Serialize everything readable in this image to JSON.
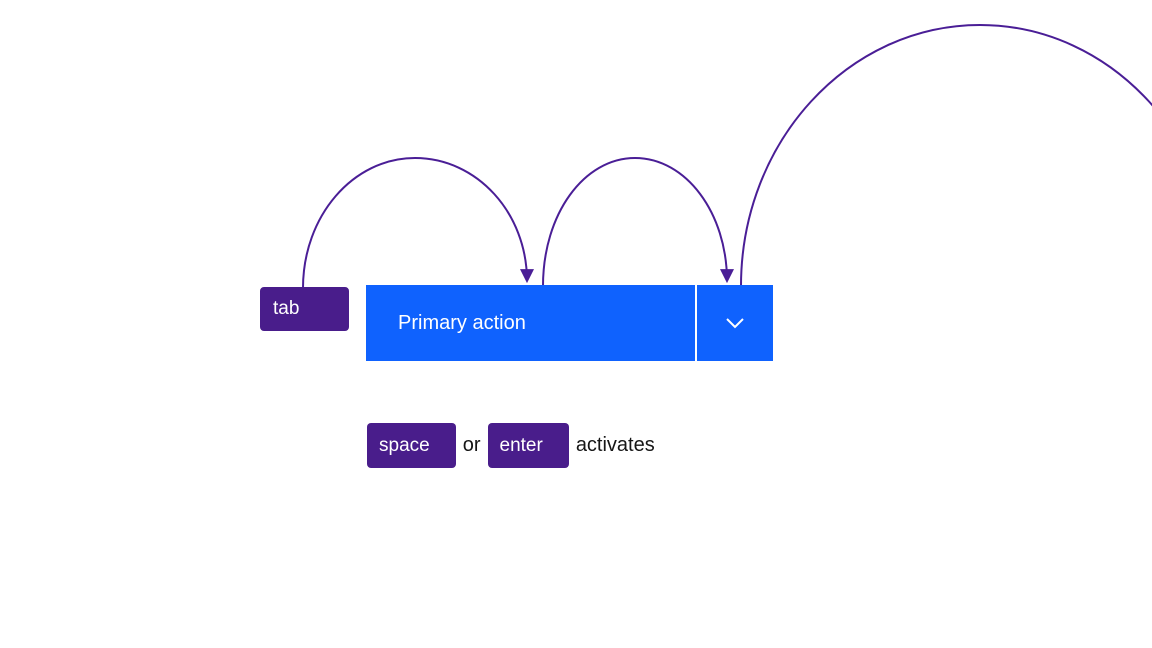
{
  "colors": {
    "background": "#ffffff",
    "arc": "#4a1e96",
    "key_fill": "#491d8b",
    "key_text": "#ffffff",
    "button_fill": "#0f62fe",
    "button_text": "#ffffff",
    "divider": "#ffffff",
    "caption_text": "#161616"
  },
  "diagram": {
    "tab_key": "tab",
    "button": {
      "label": "Primary action",
      "chevron_icon": "chevron-down-icon"
    },
    "caption": {
      "space_key": "space",
      "or_text": "or",
      "enter_key": "enter",
      "activates_text": "activates"
    }
  }
}
